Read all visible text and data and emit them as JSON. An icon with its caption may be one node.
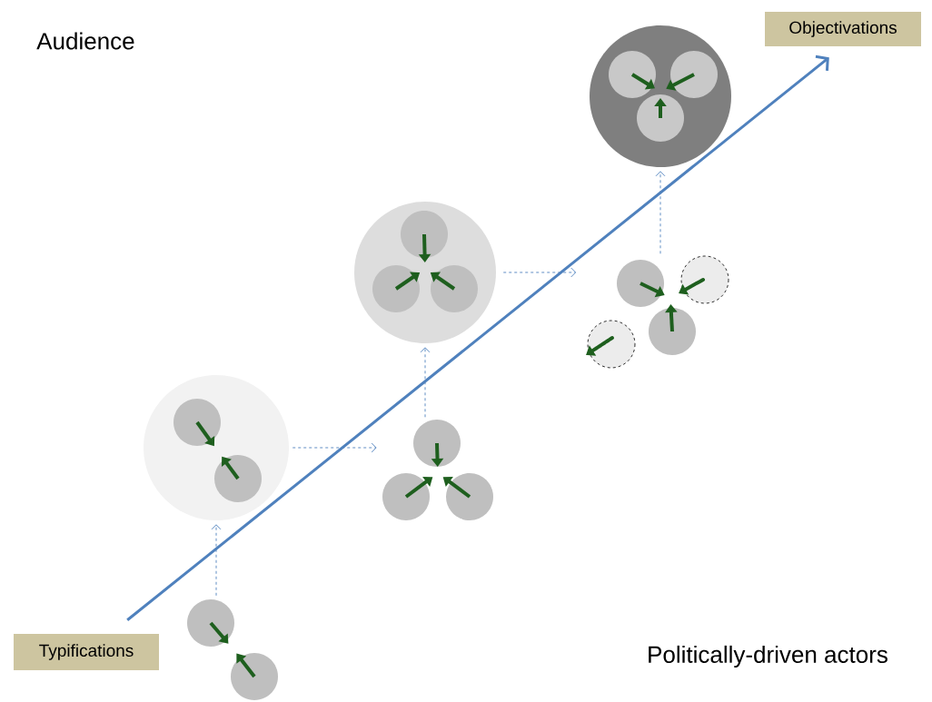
{
  "diagram": {
    "nodes": [
      {
        "text": [
          "Typifications"
        ]
      },
      {
        "text": [
          "Objectivations"
        ]
      },
      {
        "text": [],
        "shape": "picture"
      },
      {
        "text": [],
        "shape": "circle"
      },
      {
        "text": [],
        "shape": "picture"
      },
      {
        "text": [],
        "shape": "circle"
      },
      {
        "text": [],
        "shape": "picture"
      },
      {
        "text": [],
        "shape": "circle"
      }
    ],
    "edges": [
      {
        "from": 0,
        "to": 1,
        "arrow": "to",
        "style": "thick"
      },
      {
        "from": 2,
        "to": 3,
        "arrow": "to",
        "style": "dashed"
      },
      {
        "from": 3,
        "to": 4,
        "arrow": "to",
        "style": "dashed"
      },
      {
        "from": 4,
        "to": 5,
        "arrow": "to",
        "style": "dashed"
      },
      {
        "from": 5,
        "to": 6,
        "arrow": "to",
        "style": "dashed"
      },
      {
        "from": 6,
        "to": 7,
        "arrow": "to",
        "style": "dashed"
      }
    ],
    "labels": [
      "Audience",
      "Politically-driven actors"
    ]
  }
}
